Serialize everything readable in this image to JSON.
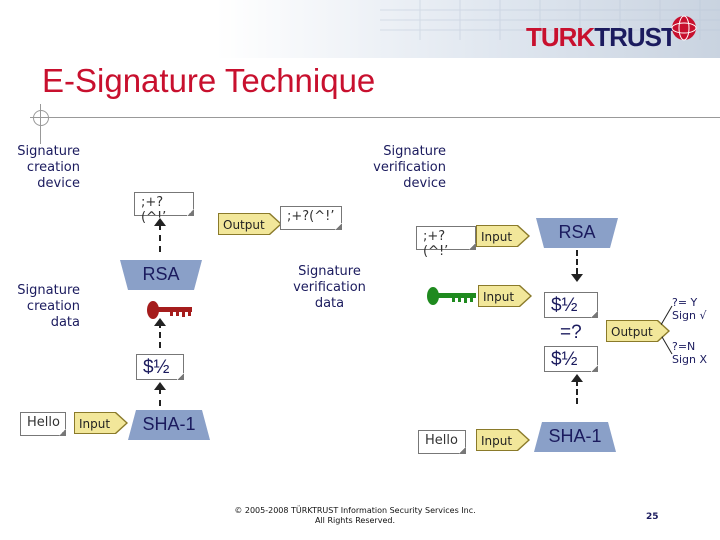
{
  "brand": {
    "part1": "TURK",
    "part2": "TRUST"
  },
  "title": "E-Signature Technique",
  "labels": {
    "sig_creation_device": [
      "Signature",
      "creation",
      "device"
    ],
    "sig_verification_device": [
      "Signature",
      "verification",
      "device"
    ],
    "sig_creation_data": [
      "Signature",
      "creation",
      "data"
    ],
    "sig_verification_data": [
      "Signature",
      "verification",
      "data"
    ]
  },
  "docs": {
    "signature_left": ";+?(^!’",
    "signature_mid": ";+?(^!’",
    "signature_right": ";+?(^!’",
    "hash_left": "$½",
    "hash_right_top": "$½",
    "hash_right_bottom": "$½",
    "hello_left": "Hello",
    "hello_right": "Hello"
  },
  "arrows": {
    "output_mid": "Output",
    "input_sig": "Input",
    "input_key": "Input",
    "input_hello_left": "Input",
    "input_hello_right": "Input",
    "output_compare": "Output"
  },
  "algorithms": {
    "rsa_left": "RSA",
    "rsa_right": "RSA",
    "sha_left": "SHA-1",
    "sha_right": "SHA-1"
  },
  "compare": "=?",
  "results": {
    "yes": [
      "?= Y",
      "Sign √"
    ],
    "no": [
      "?=N",
      "Sign X"
    ]
  },
  "footer": [
    "© 2005-2008 TÜRKTRUST Information Security Services Inc.",
    "All Rights Reserved."
  ],
  "page_number": "25",
  "colors": {
    "accent": "#c8102e",
    "navy": "#1b1b5e",
    "shape_fill": "#8aa0c8",
    "arrow_fill": "#f2e79a",
    "key_red": "#a51c1c",
    "key_green": "#1f8a1f"
  }
}
